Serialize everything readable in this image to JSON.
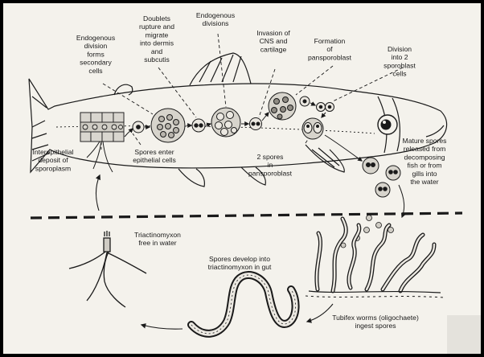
{
  "diagram": {
    "fish_stage_labels": {
      "endogenous_division": [
        "Endogenous",
        "division",
        "forms",
        "secondary",
        "cells"
      ],
      "doublets_rupture": [
        "Doublets",
        "rupture and",
        "migrate",
        "into dermis",
        "and",
        "subcutis"
      ],
      "endogenous_divisions": [
        "Endogenous",
        "divisions"
      ],
      "invasion_cns": [
        "Invasion of",
        "CNS and",
        "cartilage"
      ],
      "formation_pansporoblast": [
        "Formation",
        "of",
        "pansporoblast"
      ],
      "division_sporoblast": [
        "Division",
        "into 2",
        "sporoblast",
        "cells"
      ],
      "interepithelial_deposit": [
        "Interepithelial",
        "deposit of",
        "sporoplasm"
      ],
      "spores_enter": [
        "Spores enter",
        "epithelial cells"
      ],
      "two_spores": [
        "2 spores",
        "in",
        "pansporoblast"
      ],
      "mature_spores": [
        "Mature spores",
        "released from",
        "decomposing",
        "fish or from",
        "gills into",
        "the water"
      ]
    },
    "worm_stage_labels": {
      "triactinomyxon_free": [
        "Triactinomyxon",
        "free in water"
      ],
      "spores_develop": [
        "Spores develop into",
        "triactinomyxon in gut"
      ],
      "tubifex_ingest": [
        "Tubifex worms (oligochaete)",
        "ingest spores"
      ]
    }
  }
}
